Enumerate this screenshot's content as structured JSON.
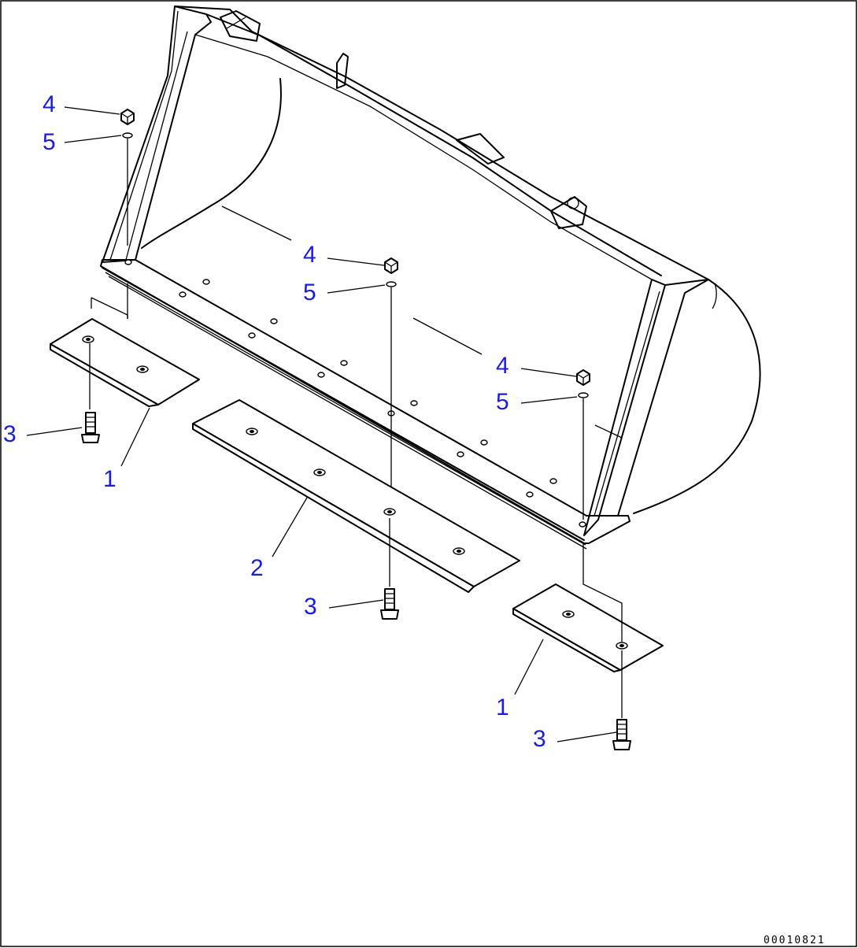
{
  "diagram": {
    "parts": [
      {
        "id": "plate-left",
        "label": "1"
      },
      {
        "id": "plate-center",
        "label": "2"
      },
      {
        "id": "plate-right",
        "label": "1"
      }
    ],
    "callouts": [
      {
        "key": "left-nut",
        "label": "4"
      },
      {
        "key": "left-washer",
        "label": "5"
      },
      {
        "key": "center-nut",
        "label": "4"
      },
      {
        "key": "center-washer",
        "label": "5"
      },
      {
        "key": "right-nut",
        "label": "4"
      },
      {
        "key": "right-washer",
        "label": "5"
      },
      {
        "key": "left-bolt",
        "label": "3"
      },
      {
        "key": "left-plate",
        "label": "1"
      },
      {
        "key": "center-plate",
        "label": "2"
      },
      {
        "key": "center-bolt",
        "label": "3"
      },
      {
        "key": "right-plate",
        "label": "1"
      },
      {
        "key": "right-bolt",
        "label": "3"
      }
    ],
    "drawing_number": "00010821"
  },
  "colors": {
    "callout": "#1a1aee",
    "line": "#000000",
    "background": "#ffffff"
  }
}
